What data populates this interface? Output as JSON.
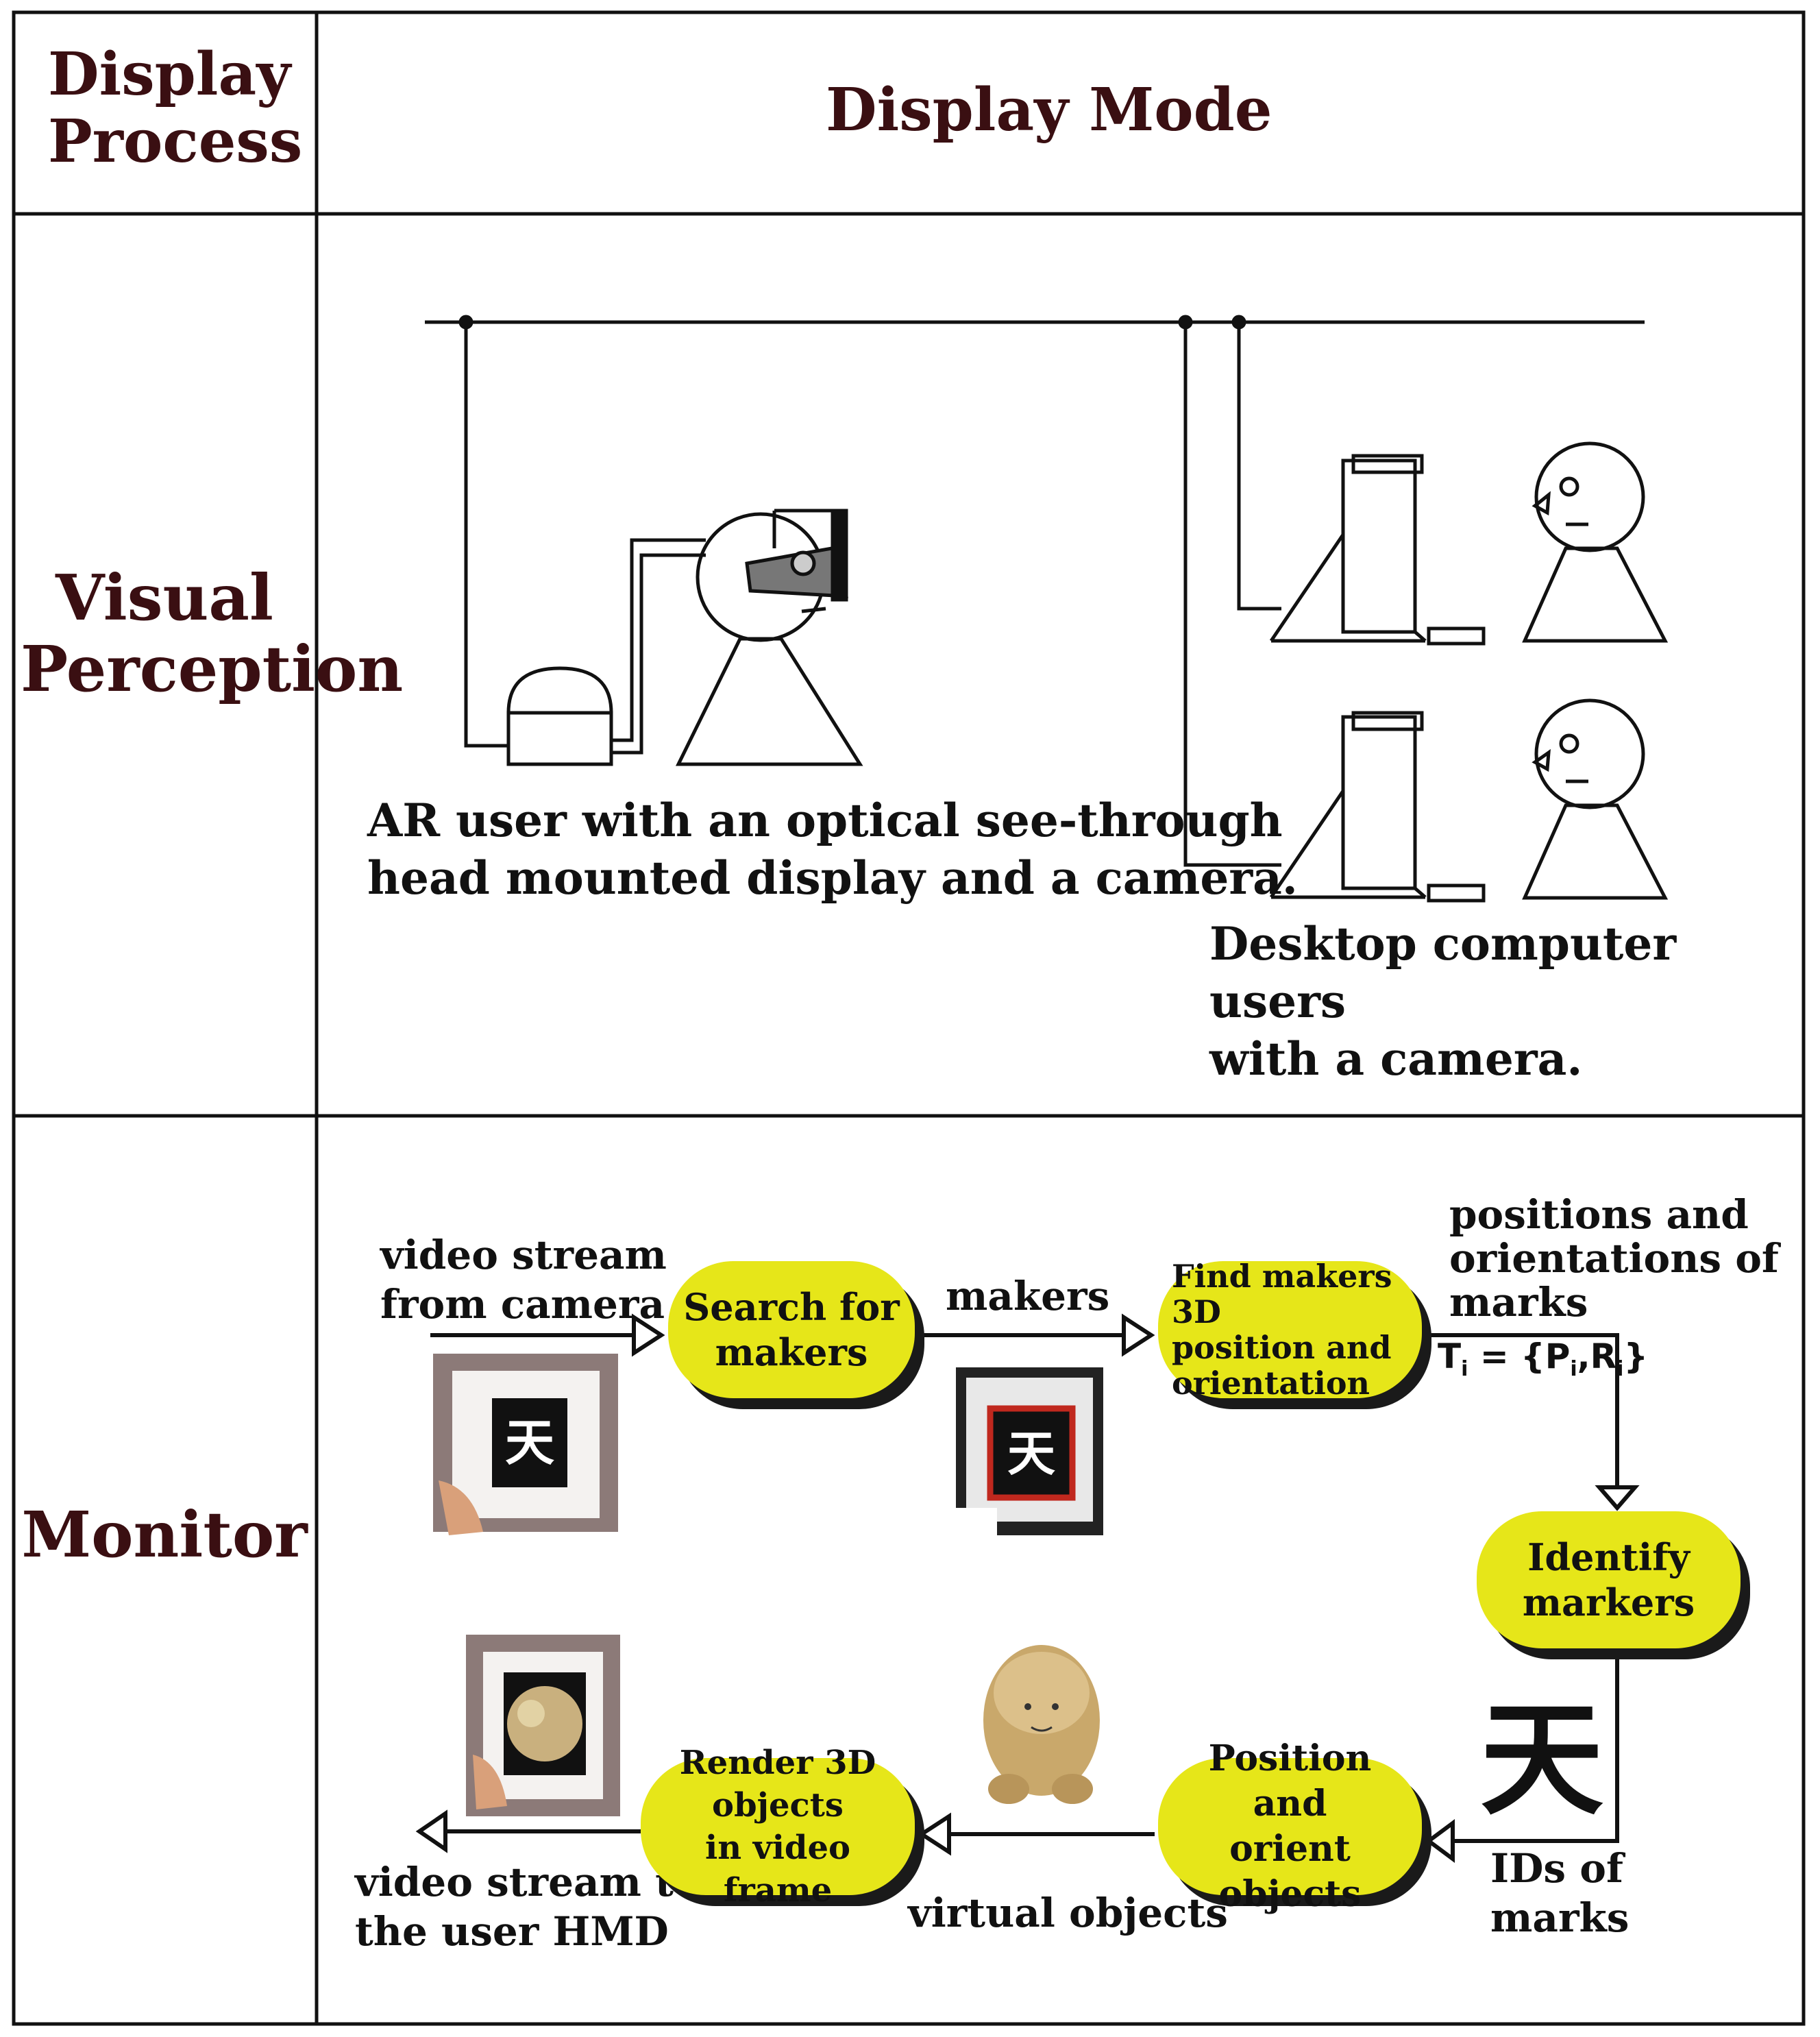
{
  "table": {
    "col1_header": "Display Process",
    "col1_header_lines": [
      "Display",
      "Process"
    ],
    "col2_header": "Display Mode",
    "rows": [
      {
        "label": "Visual Perception",
        "label_lines": [
          "Visual",
          "Perception"
        ]
      },
      {
        "label": "Monitor"
      }
    ]
  },
  "visual_perception": {
    "ar_caption_lines": [
      "AR user with an optical see-through",
      "head mounted display and a camera."
    ],
    "desktop_caption_lines": [
      "Desktop computer users",
      "with a camera."
    ]
  },
  "monitor": {
    "input_label_lines": [
      "video stream",
      "from camera"
    ],
    "steps": [
      {
        "lines": [
          "Search for",
          "makers"
        ]
      },
      {
        "lines": [
          "Find makers 3D",
          "position and",
          "orientation"
        ]
      },
      {
        "lines": [
          "Identify",
          "markers"
        ]
      },
      {
        "lines": [
          "Position and",
          "orient objects"
        ]
      },
      {
        "lines": [
          "Render 3D objects",
          "in video frame"
        ]
      }
    ],
    "edge_makers": "makers",
    "edge_positions_lines": [
      "positions and",
      "orientations of",
      "marks"
    ],
    "transform": {
      "T": "T",
      "i": "i",
      "eq": " = {P",
      "ir": "i",
      "comma": ",R",
      "ri": "i",
      "close": "}"
    },
    "edge_ids_lines": [
      "IDs of",
      "marks"
    ],
    "edge_virtual": "virtual objects",
    "output_label_lines": [
      "video stream to",
      "the user HMD"
    ],
    "marker_glyph": "天"
  },
  "colors": {
    "pill": "#e6e619",
    "text_dark_red": "#3a0f12",
    "marker_red": "#c0281e",
    "character": "#c9a86b"
  }
}
